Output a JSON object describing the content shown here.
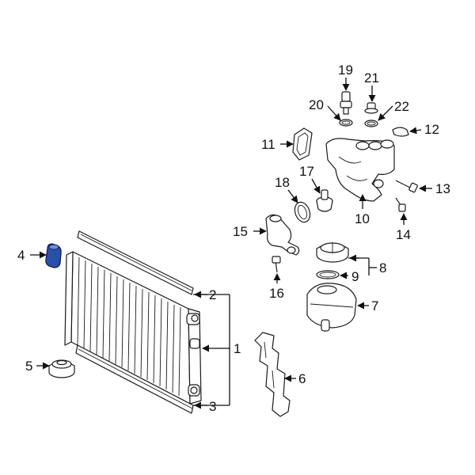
{
  "highlight_color": "#2a4fa8",
  "callouts": {
    "c1": "1",
    "c2": "2",
    "c3": "3",
    "c4": "4",
    "c5": "5",
    "c6": "6",
    "c7": "7",
    "c8": "8",
    "c9": "9",
    "c10": "10",
    "c11": "11",
    "c12": "12",
    "c13": "13",
    "c14": "14",
    "c15": "15",
    "c16": "16",
    "c17": "17",
    "c18": "18",
    "c19": "19",
    "c20": "20",
    "c21": "21",
    "c22": "22"
  }
}
